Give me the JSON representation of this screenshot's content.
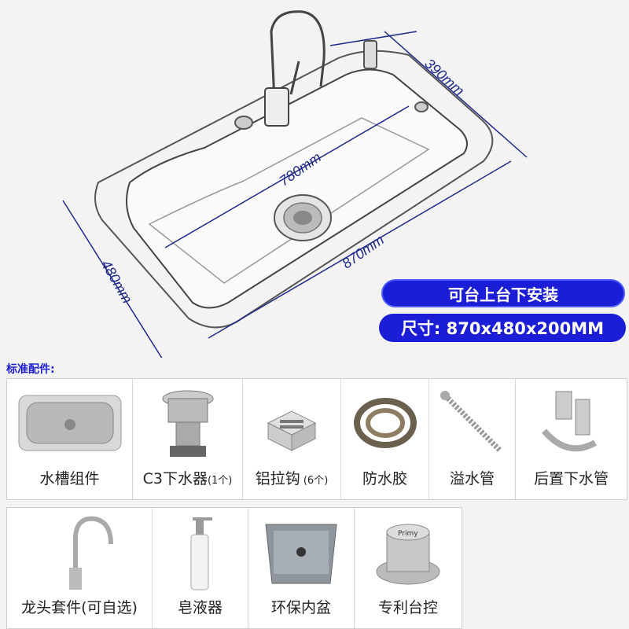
{
  "dimensions": {
    "depth": "390mm",
    "inner_width": "780mm",
    "outer_width": "870mm",
    "outer_depth": "480mm"
  },
  "badges": {
    "install": "可台上台下安装",
    "size": "尺寸: 870x480x200MM"
  },
  "accessories_title": "标准配件:",
  "accessories_row1": [
    {
      "label": "水槽组件",
      "note": ""
    },
    {
      "label": "C3下水器",
      "note": "(1个)"
    },
    {
      "label": "铝拉钩",
      "note": " (6个)"
    },
    {
      "label": "防水胶",
      "note": ""
    },
    {
      "label": "溢水管",
      "note": ""
    },
    {
      "label": "后置下水管",
      "note": ""
    }
  ],
  "accessories_row2": [
    {
      "label": "龙头套件(可自选)",
      "note": ""
    },
    {
      "label": "皂液器",
      "note": ""
    },
    {
      "label": "环保内盆",
      "note": ""
    },
    {
      "label": "专利台控",
      "note": ""
    }
  ],
  "knob_brand": "Primy"
}
